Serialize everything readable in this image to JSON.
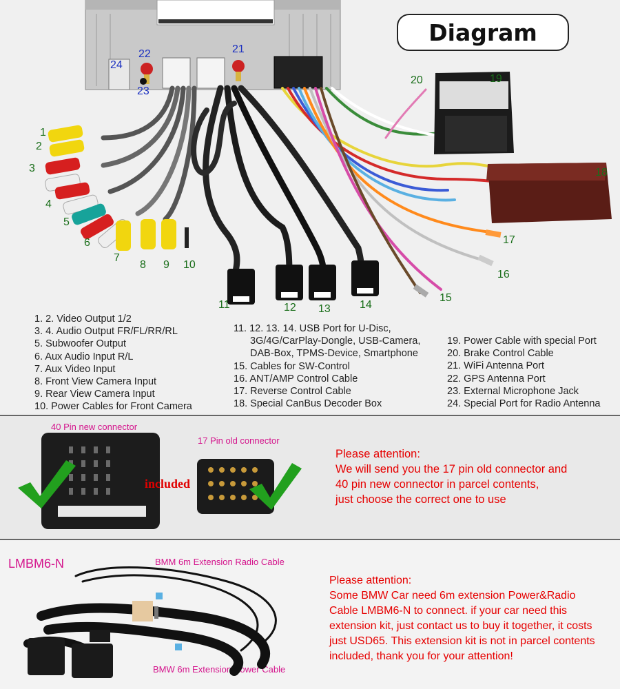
{
  "title": "Diagram",
  "numbers": [
    "1",
    "2",
    "3",
    "4",
    "5",
    "6",
    "7",
    "8",
    "9",
    "10",
    "11",
    "12",
    "13",
    "14",
    "15",
    "16",
    "17",
    "18",
    "19",
    "20",
    "21",
    "22",
    "23",
    "24"
  ],
  "legend": {
    "col1": [
      "1. 2. Video Output 1/2",
      "3. 4. Audio Output FR/FL/RR/RL",
      "5. Subwoofer Output",
      "6. Aux Audio Input R/L",
      "7. Aux Video Input",
      "8. Front View Camera Input",
      "9. Rear View Camera Input",
      "10. Power Cables for Front Camera"
    ],
    "col2": [
      "11. 12. 13. 14. USB Port for U-Disc,",
      "3G/4G/CarPlay-Dongle, USB-Camera,",
      "DAB-Box, TPMS-Device, Smartphone",
      "15. Cables for SW-Control",
      "16. ANT/AMP Control Cable",
      "17. Reverse Control Cable",
      "18. Special CanBus Decoder Box"
    ],
    "col3": [
      "19. Power Cable with special Port",
      "20. Brake Control Cable",
      "21. WiFi Antenna Port",
      "22. GPS Antenna Port",
      "23. External Microphone Jack",
      "24. Special Port for Radio Antenna"
    ]
  },
  "connector_panel": {
    "label_40": "40 Pin new connector",
    "label_17": "17 Pin old connector",
    "included": "included",
    "attention": [
      "Please attention:",
      "We will send you the 17 pin old connector and",
      "40 pin new connector in parcel contents,",
      "just choose the correct one to use"
    ]
  },
  "extension_panel": {
    "model": "LMBM6-N",
    "radio_cable": "BMM 6m Extension Radio Cable",
    "power_cable": "BMW 6m Extension Power Cable",
    "attention": [
      "Please attention:",
      "Some BMW Car need 6m extension Power&Radio",
      "Cable LMBM6-N to connect. if your car need this",
      "extension kit, just contact us to buy it together, it costs",
      "just USD65. This extension kit is not in parcel contents",
      "included, thank you for your attention!"
    ]
  },
  "colors": {
    "number_green": "#1a6e1a",
    "number_blue": "#1a2fc0",
    "attention_red": "#e60000",
    "label_magenta": "#d4148c",
    "check_green": "#22a01e"
  }
}
